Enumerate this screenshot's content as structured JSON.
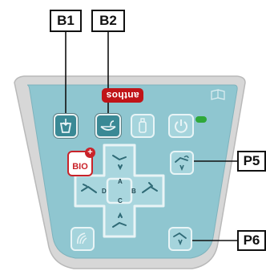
{
  "callouts": {
    "b1": "B1",
    "b2": "B2",
    "p5": "P5",
    "p6": "P6"
  },
  "brand": "anthos",
  "bio_label": "BIO",
  "bio_plus": "+",
  "directions": {
    "a": "A",
    "b": "B",
    "c": "C",
    "d": "D"
  },
  "colors": {
    "panel": "#8fc6d0",
    "key_dark": "#3a8995",
    "key_light": "#a5d4dc",
    "brand": "#c01418",
    "power_led": "#2fa83a"
  },
  "icons": {
    "b1": "cup-fill-icon",
    "b2": "bowl-rinse-icon",
    "bottle": "water-bottle-icon",
    "power": "power-icon",
    "p5": "chair-rinse-position-icon",
    "p6": "chair-memory-icon",
    "book": "manual-book-icon",
    "lamp": "lamp-icon"
  }
}
